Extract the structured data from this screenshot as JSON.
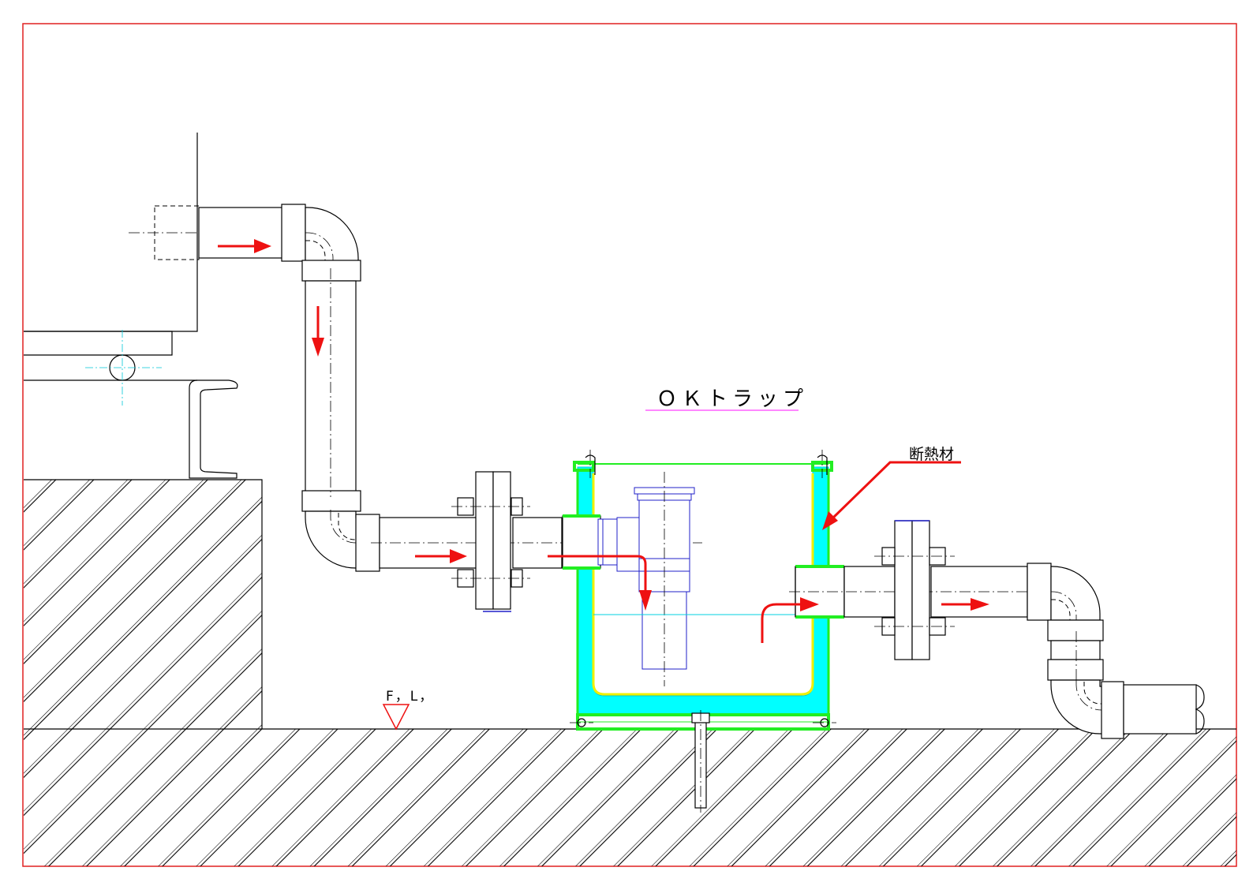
{
  "labels": {
    "trap_title": "ＯＫトラップ",
    "insulation": "断熱材",
    "floor_level": "F，L，"
  },
  "colors": {
    "frame": "#e02020",
    "flow_arrow": "#ee1111",
    "trap_insulation": "#00ffff",
    "trap_rim": "#22ee22",
    "trap_inner": "#f0f000",
    "trap_body_parts": "#2020c8",
    "title_underline": "#ff40ff",
    "floor_marker": "#ee1111"
  }
}
